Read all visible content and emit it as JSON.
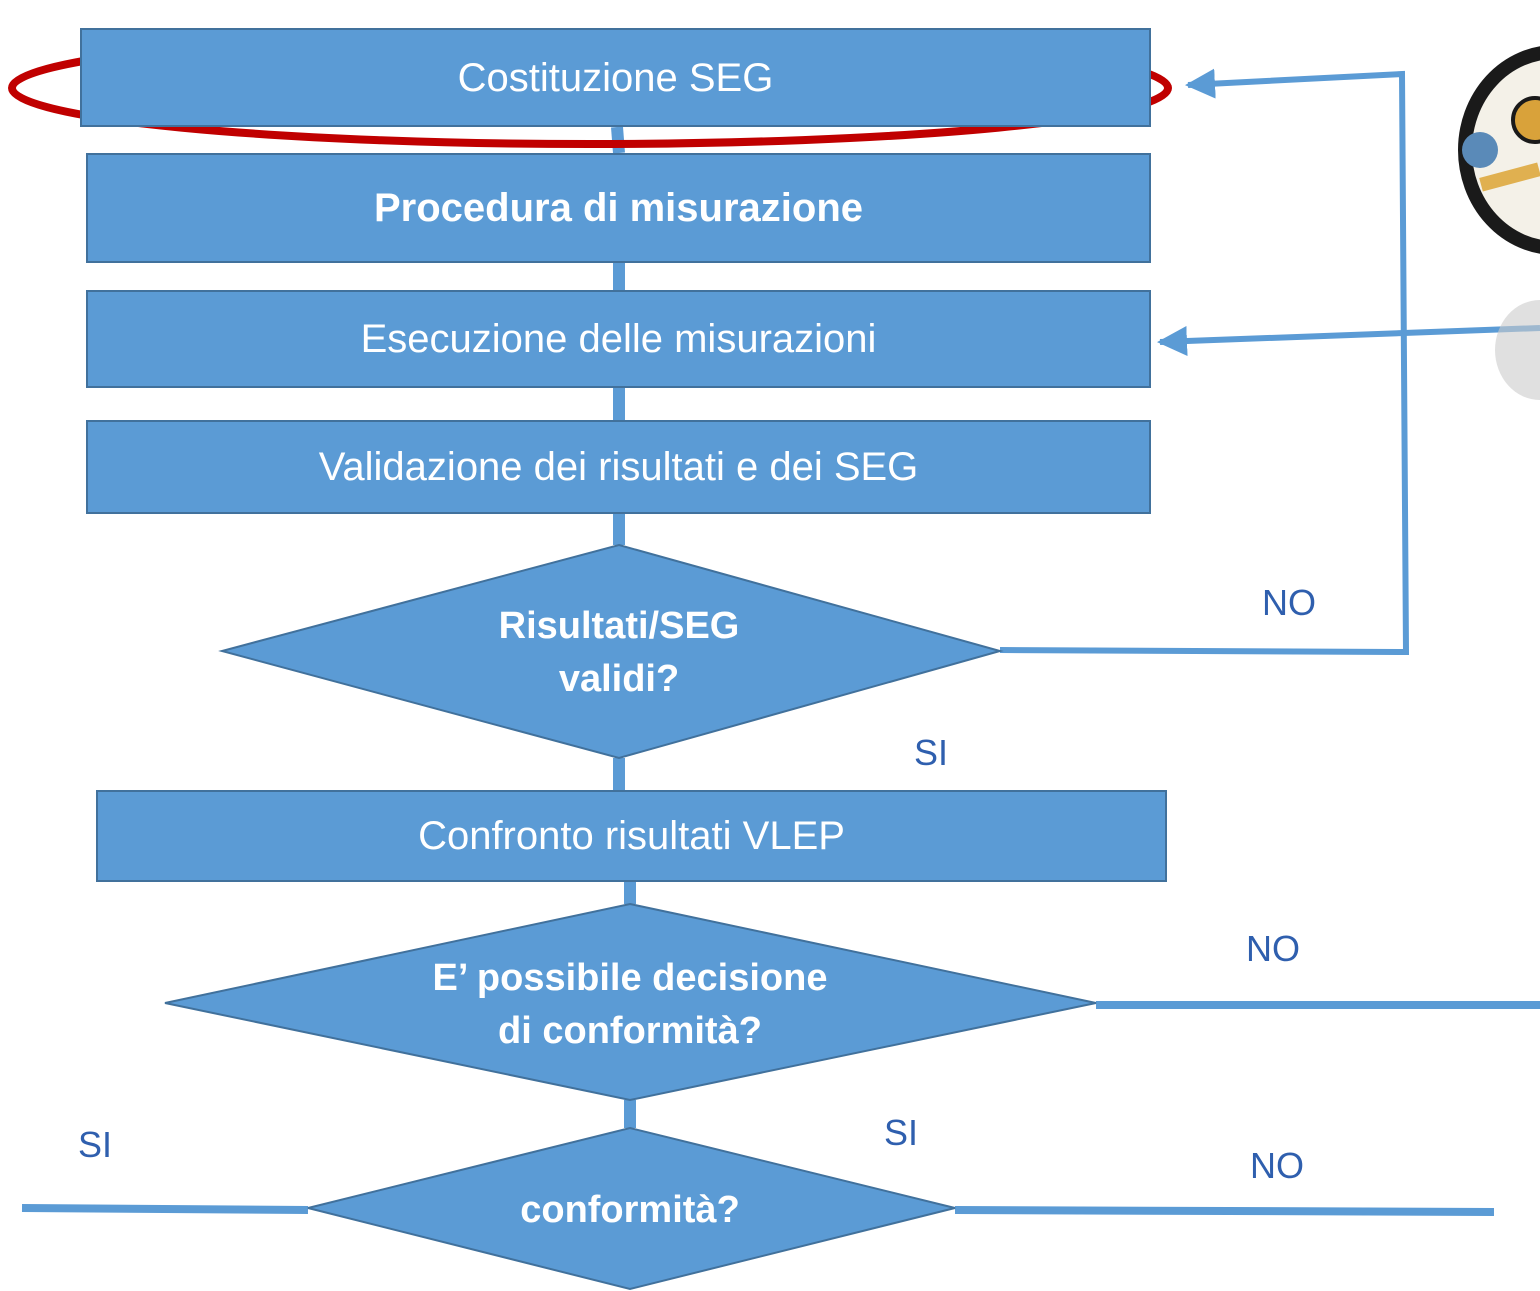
{
  "colors": {
    "box_fill": "#5b9bd5",
    "box_border": "#41719c",
    "connector": "#5b9bd5",
    "highlight_ellipse": "#c00000",
    "label_text": "#2f5fae"
  },
  "steps": {
    "costituzione": "Costituzione SEG",
    "procedura": "Procedura di misurazione",
    "esecuzione": "Esecuzione delle misurazioni",
    "validazione": "Validazione dei risultati e dei SEG",
    "confronto": "Confronto risultati VLEP"
  },
  "decisions": {
    "validi": "Risultati/SEG\nvalidi?",
    "decisione": "E’ possibile decisione\ndi conformità?",
    "conformita": "conformità?"
  },
  "labels": {
    "no_validi": "NO",
    "si_validi": "SI",
    "no_decisione": "NO",
    "si_decisione": "SI",
    "si_conformita": "SI",
    "no_conformita": "NO"
  },
  "decoration": {
    "icon": "circular-logo-image"
  }
}
